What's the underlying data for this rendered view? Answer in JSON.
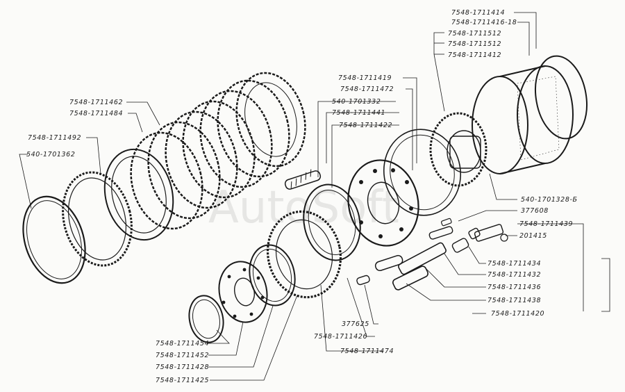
{
  "watermark": "AutoSoft",
  "labels": {
    "l01": "7548-1711414",
    "l02": "7548-1711416-18",
    "l03": "7548-1711512",
    "l04": "7548-1711512",
    "l05": "7548-1711412",
    "l06": "7548-1711419",
    "l07": "7548-1711472",
    "l08": "540-1701332",
    "l09": "7548-1711441",
    "l10": "7548-1711422",
    "l11": "7548-1711462",
    "l12": "7548-1711484",
    "l13": "7548-1711492",
    "l14": "540-1701362",
    "l15": "540-1701328-Б",
    "l16": "377608",
    "l17": "7548-1711439",
    "l18": "201415",
    "l19": "7548-1711434",
    "l20": "7548-1711432",
    "l21": "7548-1711436",
    "l22": "7548-1711438",
    "l23": "7548-1711420",
    "l24": "377625",
    "l25": "7548-1711426",
    "l26": "7548-1711474",
    "l27": "7548-1711454",
    "l28": "7548-1711452",
    "l29": "7548-1711428",
    "l30": "7548-1711425"
  },
  "colors": {
    "ink": "#1a1a1a",
    "paper": "#fbfbf9",
    "watermark": "#9a9a9a"
  }
}
